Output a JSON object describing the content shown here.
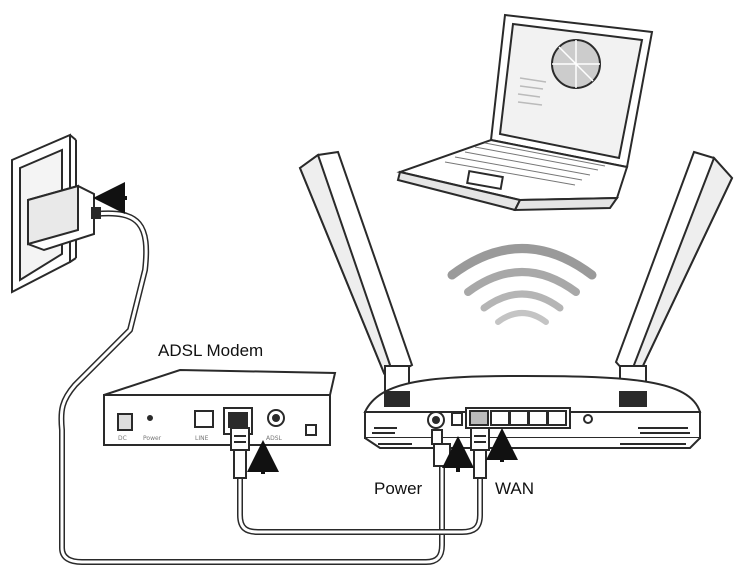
{
  "labels": {
    "modem": "ADSL Modem",
    "power": "Power",
    "wan": "WAN"
  },
  "icons": {
    "outlet": "wall-outlet-icon",
    "adapter": "power-adapter-icon",
    "modem": "adsl-modem-icon",
    "router": "wireless-router-icon",
    "laptop": "laptop-icon",
    "wifi": "wifi-signal-icon",
    "arrow": "arrow-icon"
  },
  "colors": {
    "line": "#2a2a2a",
    "cable_fill": "#ffffff",
    "wifi": "#9a9a9a",
    "background": "#ffffff"
  }
}
